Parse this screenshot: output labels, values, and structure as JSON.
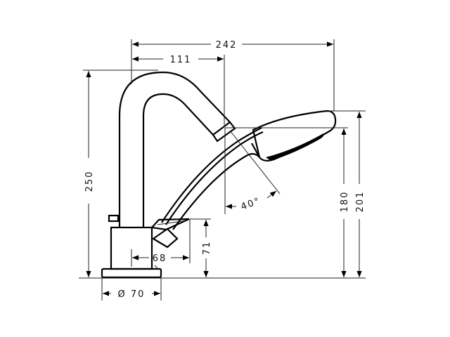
{
  "drawing": {
    "subject": "bath mixer with hand shower - dimensional drawing",
    "units": "mm"
  },
  "dimensions": {
    "overall_width": "242",
    "spout_reach": "111",
    "total_height": "250",
    "hand_shower_height": "180",
    "hand_shower_top": "201",
    "lever_height": "71",
    "lever_reach": "68",
    "base_diameter": "Ø 70",
    "angle": "40°"
  }
}
